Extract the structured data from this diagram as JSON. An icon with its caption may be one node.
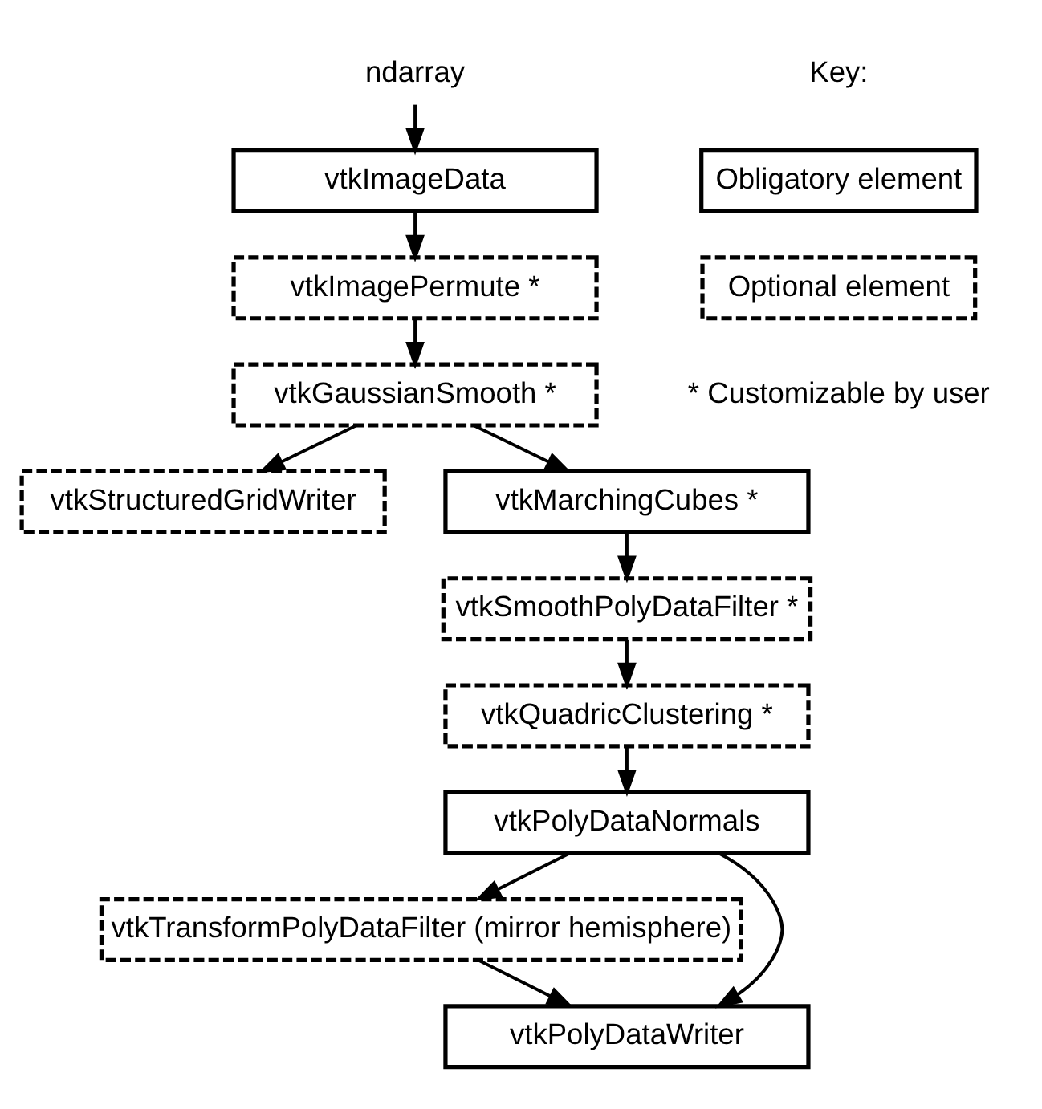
{
  "diagram": {
    "nodes": [
      {
        "text": [
          "ndarray"
        ]
      },
      {
        "text": [
          "vtkImageData"
        ]
      },
      {
        "text": [
          "vtkImagePermute *"
        ]
      },
      {
        "text": [
          "vtkGaussianSmooth *"
        ]
      },
      {
        "text": [
          "vtkStructuredGridWriter"
        ]
      },
      {
        "text": [
          "vtkMarchingCubes *"
        ]
      },
      {
        "text": [
          "vtkSmoothPolyDataFilter *"
        ]
      },
      {
        "text": [
          "vtkQuadricClustering *"
        ]
      },
      {
        "text": [
          "vtkPolyDataNormals"
        ]
      },
      {
        "text": [
          "vtkTransformPolyDataFilter (mirror hemisphere)"
        ]
      },
      {
        "text": [
          "vtkPolyDataWriter"
        ]
      }
    ],
    "edges": [
      {
        "from": 0,
        "to": 1,
        "arrow": "to"
      },
      {
        "from": 1,
        "to": 2,
        "arrow": "to"
      },
      {
        "from": 2,
        "to": 3,
        "arrow": "to"
      },
      {
        "from": 3,
        "to": 4,
        "arrow": "to"
      },
      {
        "from": 3,
        "to": 5,
        "arrow": "to"
      },
      {
        "from": 5,
        "to": 6,
        "arrow": "to"
      },
      {
        "from": 6,
        "to": 7,
        "arrow": "to"
      },
      {
        "from": 7,
        "to": 8,
        "arrow": "to"
      },
      {
        "from": 8,
        "to": 9,
        "arrow": "to"
      },
      {
        "from": 8,
        "to": 10,
        "arrow": "to"
      },
      {
        "from": 9,
        "to": 10,
        "arrow": "to"
      }
    ],
    "labels": [
      "Key:",
      "* Customizable by user"
    ],
    "legend": [
      {
        "text": "Obligatory element"
      },
      {
        "text": "Optional element"
      }
    ]
  }
}
